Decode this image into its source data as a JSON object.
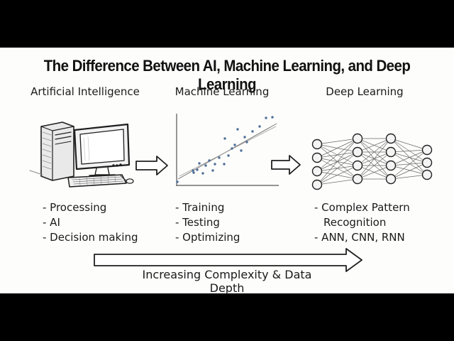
{
  "title": "The Difference Between AI, Machine Learning, and Deep Learning",
  "columns": [
    {
      "heading": "Artificial Intelligence",
      "icon": "computer-icon",
      "items": [
        "- Processing",
        "- AI",
        "- Decision making"
      ]
    },
    {
      "heading": "Machine Learning",
      "icon": "scatter-plot-icon",
      "items": [
        "- Training",
        "- Testing",
        "- Optimizing"
      ]
    },
    {
      "heading": "Deep Learning",
      "icon": "neural-network-icon",
      "items": [
        "- Complex Pattern",
        "Recognition",
        "- ANN, CNN, RNN"
      ]
    }
  ],
  "arrows": [
    "right-arrow-icon",
    "right-arrow-icon"
  ],
  "caption": "Increasing Complexity & Data Depth",
  "colors": {
    "background": "#fdfdfc",
    "letterbox": "#000000",
    "ink": "#1a1a1a",
    "scatter_points": "#4f6f98"
  }
}
